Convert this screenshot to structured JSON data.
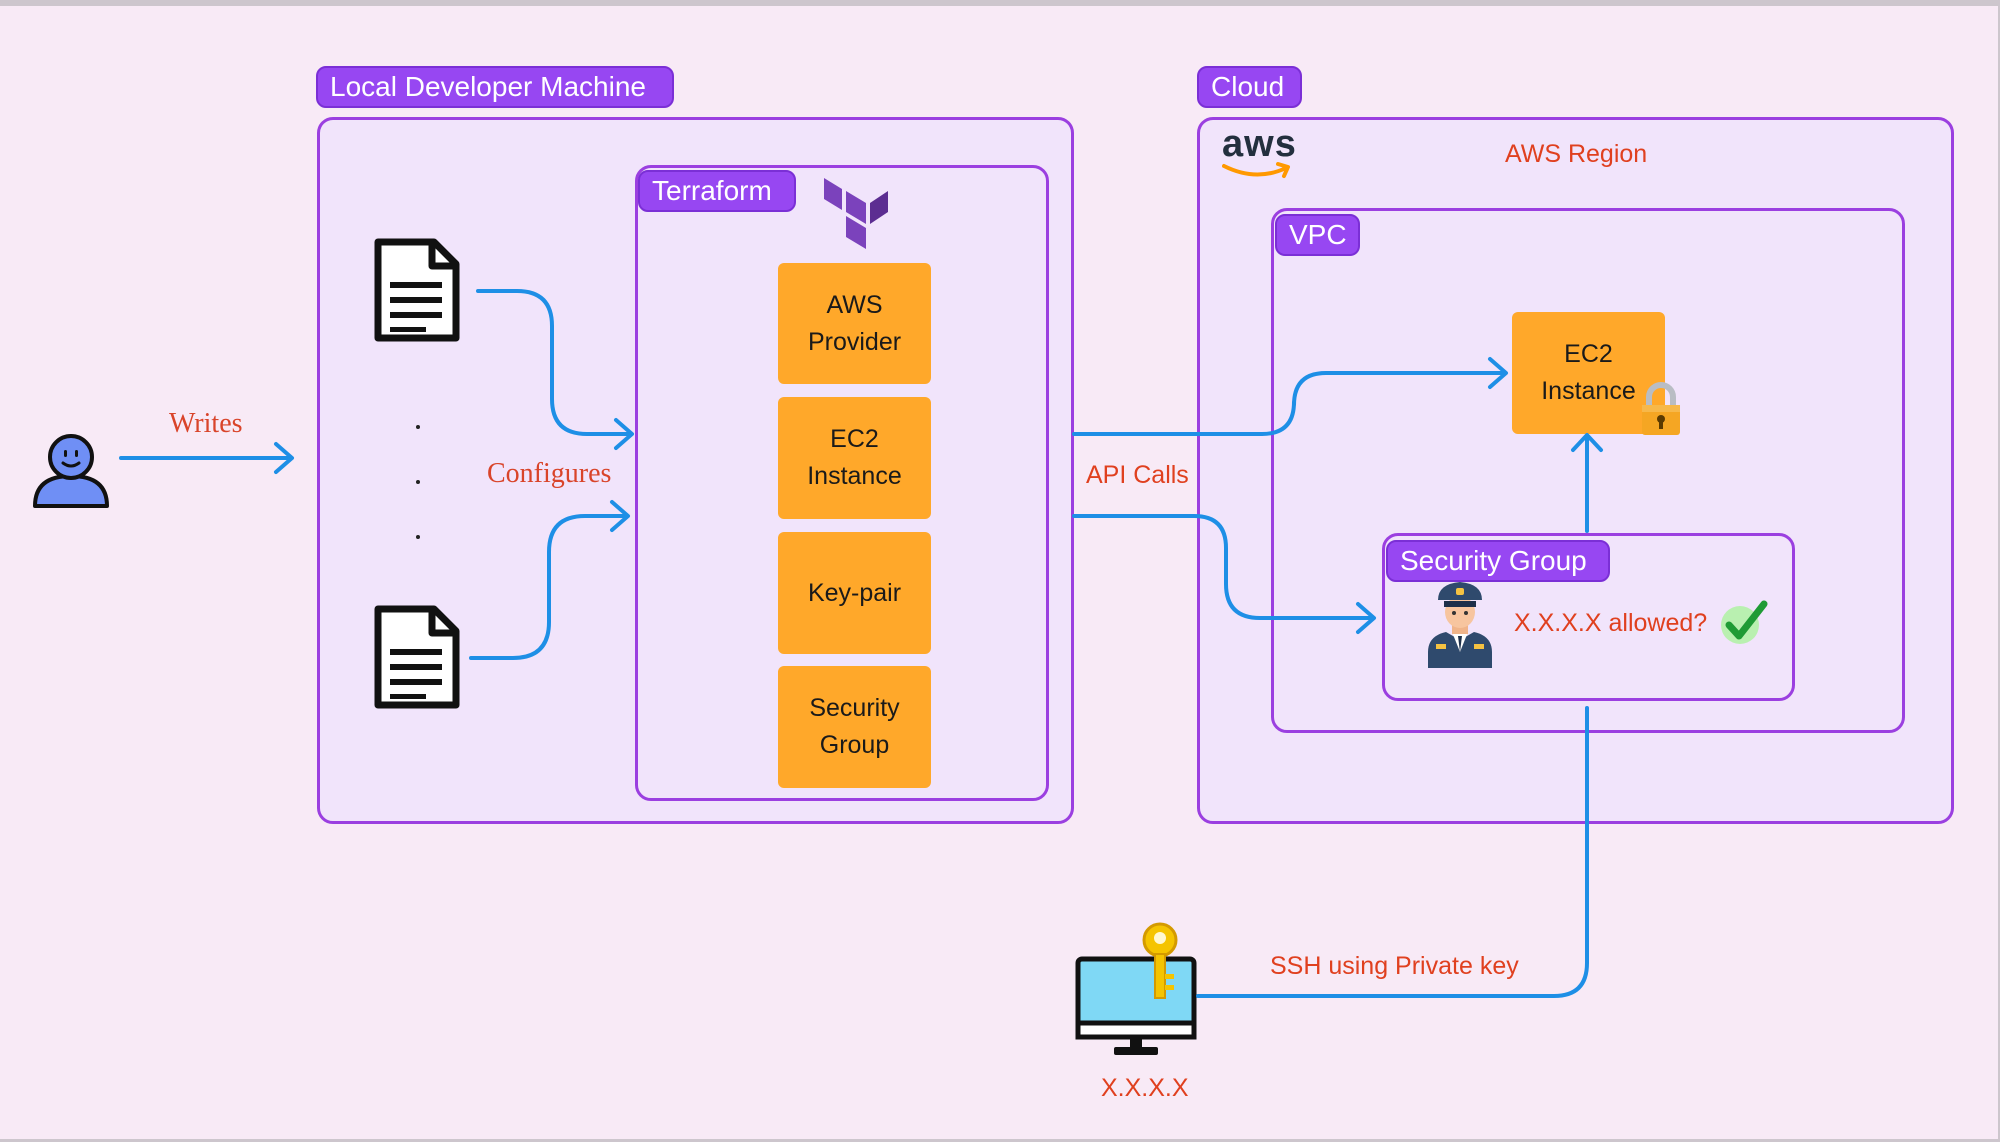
{
  "groups": {
    "local_machine": "Local Developer Machine",
    "terraform": "Terraform",
    "cloud": "Cloud",
    "vpc": "VPC",
    "security_group": "Security Group"
  },
  "terraform_resources": [
    {
      "label": "AWS\nProvider"
    },
    {
      "label": "EC2\nInstance"
    },
    {
      "label": "Key-pair"
    },
    {
      "label": "Security\nGroup"
    }
  ],
  "aws": {
    "logo_text": "aws",
    "region_label": "AWS Region"
  },
  "ec2_instance_label": "EC2\nInstance",
  "security_check_text": "X.X.X.X allowed?",
  "edge_labels": {
    "writes": "Writes",
    "configures": "Configures",
    "api_calls": "API Calls",
    "ssh": "SSH using Private key"
  },
  "client_ip": "X.X.X.X",
  "icons": [
    "user-icon",
    "document-icon",
    "terraform-logo-icon",
    "aws-logo-icon",
    "lock-icon",
    "security-guard-icon",
    "checkmark-icon",
    "computer-icon",
    "key-icon"
  ],
  "colors": {
    "arrow": "#1e8fe6",
    "resource": "#ffa82a",
    "group_border": "#9b3fe0",
    "group_tag": "#9747f2",
    "label_text": "#e0401f"
  }
}
